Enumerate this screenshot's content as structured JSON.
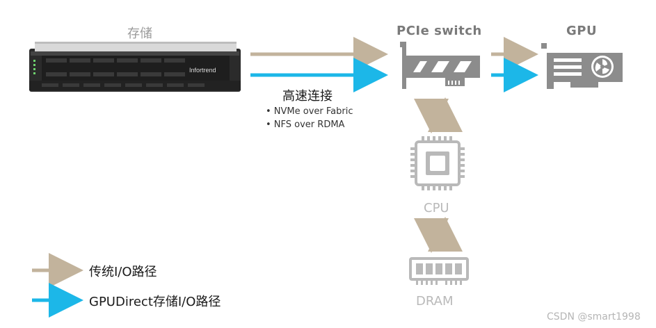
{
  "storage": {
    "label": "存储",
    "brand": "Infortrend"
  },
  "switch": {
    "label": "PCIe switch"
  },
  "gpu": {
    "label": "GPU"
  },
  "cpu": {
    "label": "CPU"
  },
  "dram": {
    "label": "DRAM"
  },
  "connection": {
    "title": "高速连接",
    "protocols": [
      "• NVMe over Fabric",
      "• NFS over RDMA"
    ]
  },
  "legend": [
    {
      "label": "传统I/O路径",
      "color": "#c2b39c"
    },
    {
      "label": "GPUDirect存储I/O路径",
      "color": "#1cb7e8"
    }
  ],
  "watermark": "CSDN @smart1998",
  "colors": {
    "traditional": "#c2b39c",
    "gpudirect": "#1cb7e8",
    "icon_gray": "#8c8c8c",
    "light_gray": "#b9b9b9"
  }
}
